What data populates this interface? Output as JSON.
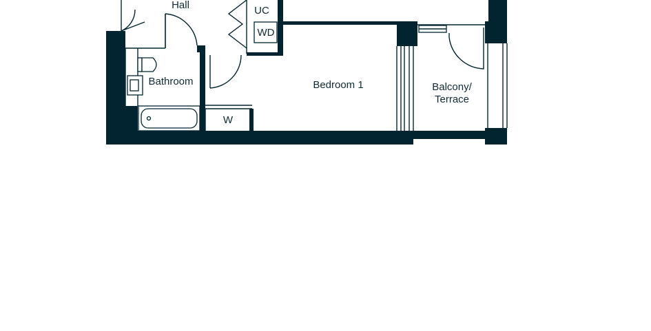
{
  "rooms": {
    "hall": "Hall",
    "uc": "UC",
    "wd": "WD",
    "bathroom": "Bathroom",
    "bedroom": "Bedroom 1",
    "balcony_line1": "Balcony/",
    "balcony_line2": "Terrace",
    "wardrobe": "W"
  },
  "colors": {
    "wall": "#022430",
    "text": "#0f2a35",
    "background": "#ffffff"
  }
}
